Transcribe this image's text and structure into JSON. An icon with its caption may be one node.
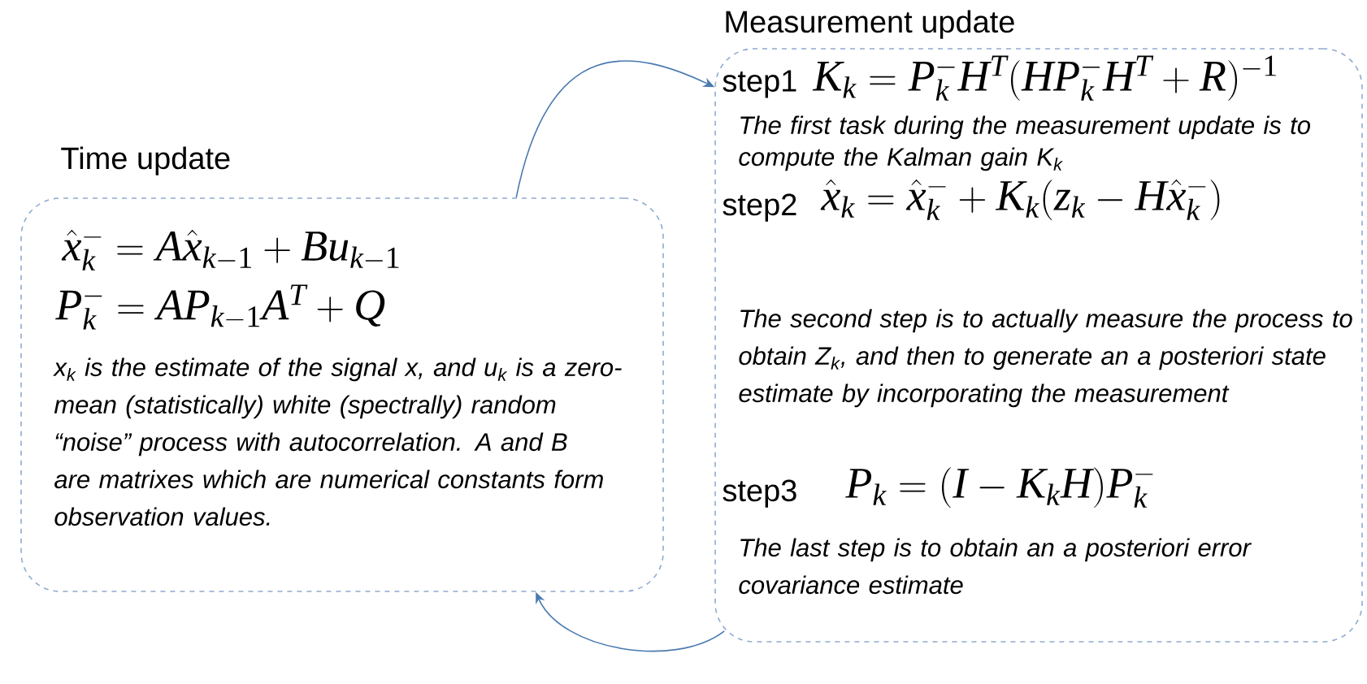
{
  "diagram": {
    "nodes": [
      {
        "text": [
          "Time update",
          "\\hat{x}_k^- = A\\hat{x}_{k-1} + Bu_{k-1}",
          "P_k^- = AP_{k-1}A^T + Q",
          "x$_{k}$ is the estimate of the signal x, and u$_{k}$ is a zero-mean (statistically) white (spectrally) random “noise” process with autocorrelation. A and B are matrixes which are numerical constants form observation values."
        ]
      },
      {
        "text": [
          "Measurement update",
          "step1",
          "K_k = P_k^- H^T (HP_k^- H^T + R)^{-1}",
          "The first task during the measurement update is to compute the Kalman gain K$_{k}$",
          "step2",
          "\\hat{x}_k = \\hat{x}_k^- + K_k(z_k - H\\hat{x}_k^-)",
          "The second step is to actually measure the process to obtain Z$_{k}$, and then to generate an a posteriori state estimate by incorporating the measurement",
          "step3",
          "P_k = (I - K_kH)P_k^-",
          "The last step is to obtain an a posteriori error covariance estimate"
        ]
      }
    ],
    "edges": [
      {
        "from": 0,
        "to": 1,
        "arrow": "to"
      },
      {
        "from": 1,
        "to": 0,
        "arrow": "to"
      }
    ]
  }
}
